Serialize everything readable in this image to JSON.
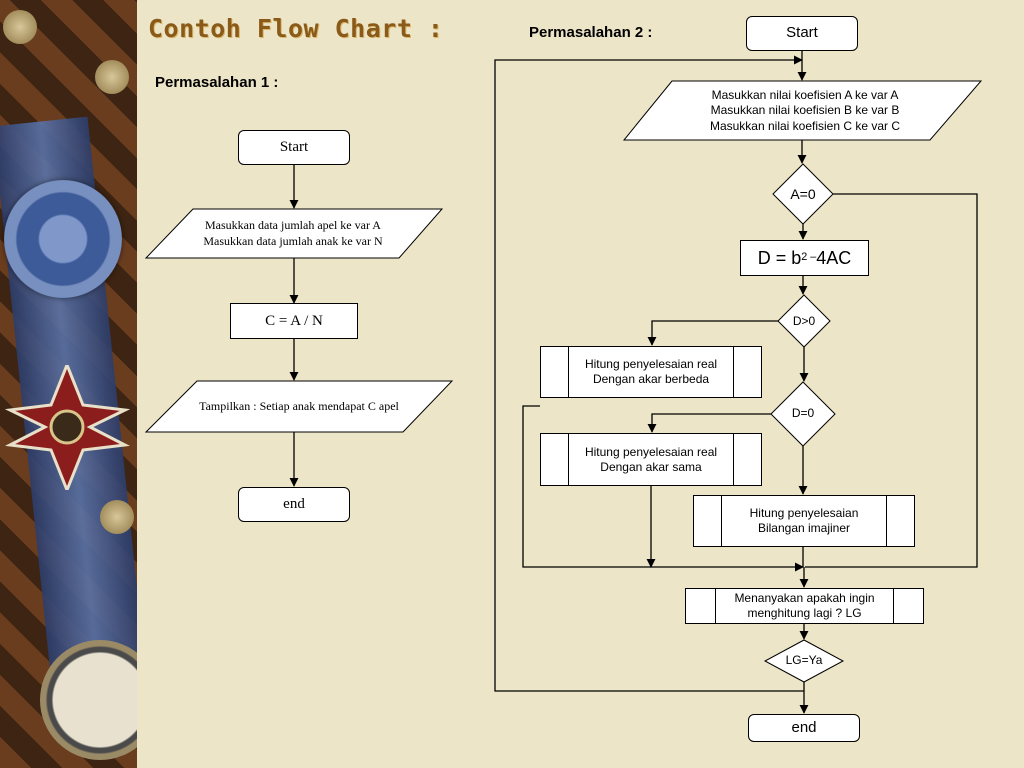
{
  "title": "Contoh Flow Chart :",
  "problem1": {
    "label": "Permasalahan 1 :",
    "start": "Start",
    "input_line1": "Masukkan data jumlah apel ke var A",
    "input_line2": "Masukkan data jumlah anak ke var N",
    "process": "C = A / N",
    "output": "Tampilkan : Setiap anak mendapat C apel",
    "end": "end"
  },
  "problem2": {
    "label": "Permasalahan 2 :",
    "start": "Start",
    "input_line1": "Masukkan nilai koefisien A ke var A",
    "input_line2": "Masukkan nilai koefisien B ke var B",
    "input_line3": "Masukkan nilai koefisien C ke var C",
    "decision_a0": "A=0",
    "formula_prefix": "D = b",
    "formula_exp": "2 –",
    "formula_suffix": " 4AC",
    "decision_dgt0": "D>0",
    "real_diff_line1": "Hitung penyelesaian real",
    "real_diff_line2": "Dengan akar berbeda",
    "decision_d0": "D=0",
    "real_same_line1": "Hitung penyelesaian real",
    "real_same_line2": "Dengan akar sama",
    "imag_line1": "Hitung penyelesaian",
    "imag_line2": "Bilangan imajiner",
    "ask_line1": "Menanyakan apakah ingin",
    "ask_line2": "menghitung lagi ? LG",
    "decision_lg": "LG=Ya",
    "end": "end"
  }
}
